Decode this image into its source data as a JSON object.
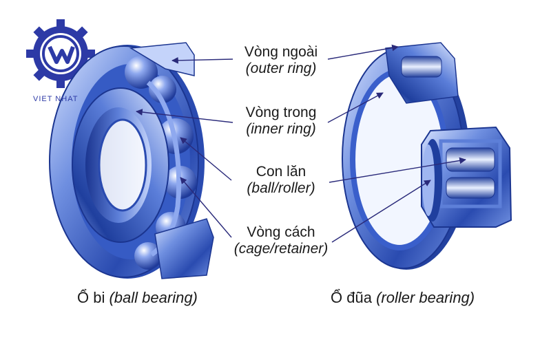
{
  "logo": {
    "text": "VIET NHAT"
  },
  "labels": {
    "outer_ring": {
      "vi": "Vòng ngoài",
      "en": "(outer ring)"
    },
    "inner_ring": {
      "vi": "Vòng trong",
      "en": "(inner ring)"
    },
    "roller": {
      "vi": "Con lăn",
      "en": "(ball/roller)"
    },
    "cage": {
      "vi": "Vòng cách",
      "en": "(cage/retainer)"
    }
  },
  "captions": {
    "ball": {
      "vi": "Ổ bi",
      "en": "(ball bearing)"
    },
    "roller": {
      "vi": "Ổ đũa",
      "en": "(roller bearing)"
    }
  },
  "colors": {
    "steel_dark": "#1f3f9e",
    "steel_mid": "#4f73d6",
    "steel_light": "#a9c0f4",
    "highlight": "#e7eeff",
    "logo_blue": "#2d3aa6"
  }
}
